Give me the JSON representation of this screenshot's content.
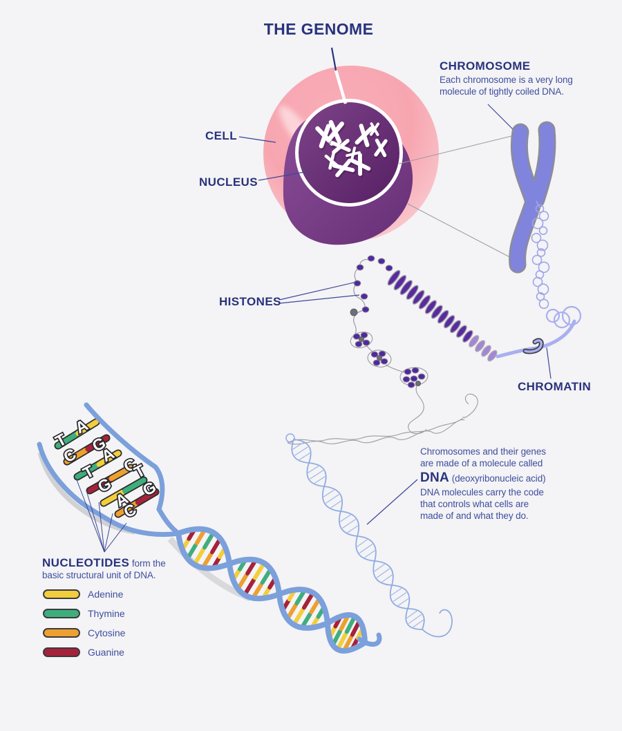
{
  "title": "THE GENOME",
  "labels": {
    "cell": "CELL",
    "nucleus": "NUCLEUS",
    "histones": "HISTONES",
    "chromatin": "CHROMATIN"
  },
  "chromosome": {
    "heading": "CHROMOSOME",
    "line1": "Each chromosome is a very long",
    "line2": "molecule of tightly coiled DNA."
  },
  "dna": {
    "line1": "Chromosomes and their genes",
    "line2": "are made of a molecule called",
    "abbr": "DNA",
    "abbr_full": "(deoxyribonucleic acid)",
    "body1": "DNA molecules carry the code",
    "body2": "that controls what cells are",
    "body3": "made of and what they do."
  },
  "nucleotides": {
    "heading": "NUCLEOTIDES",
    "heading_suffix": "form the",
    "line2": "basic structural unit of DNA.",
    "legend": [
      {
        "name": "Adenine",
        "color": "#F2CE3C"
      },
      {
        "name": "Thymine",
        "color": "#3FAE7C"
      },
      {
        "name": "Cytosine",
        "color": "#EDA02F"
      },
      {
        "name": "Guanine",
        "color": "#A62239"
      }
    ]
  },
  "ladder": {
    "rungs": [
      {
        "left": "T",
        "right": "A"
      },
      {
        "left": "C",
        "right": "G"
      },
      {
        "left": "T",
        "right": "A"
      },
      {
        "left": "G",
        "right": "C"
      },
      {
        "left": "A",
        "right": "T"
      },
      {
        "left": "C",
        "right": "G"
      }
    ]
  },
  "colors": {
    "background": "#F4F3F5",
    "heading": "#28337D",
    "body_text": "#3D4E9E",
    "cell_pink": "#F7A8B2",
    "nucleus_purple": "#6E3A7D",
    "chromosome_periwinkle": "#8084DC",
    "chromatin_light": "#A9AFEF",
    "histone_bead_purple": "#5128A0",
    "dna_ribbon_blue": "#7BA0DB",
    "sketch_blue": "#8FACE2"
  }
}
